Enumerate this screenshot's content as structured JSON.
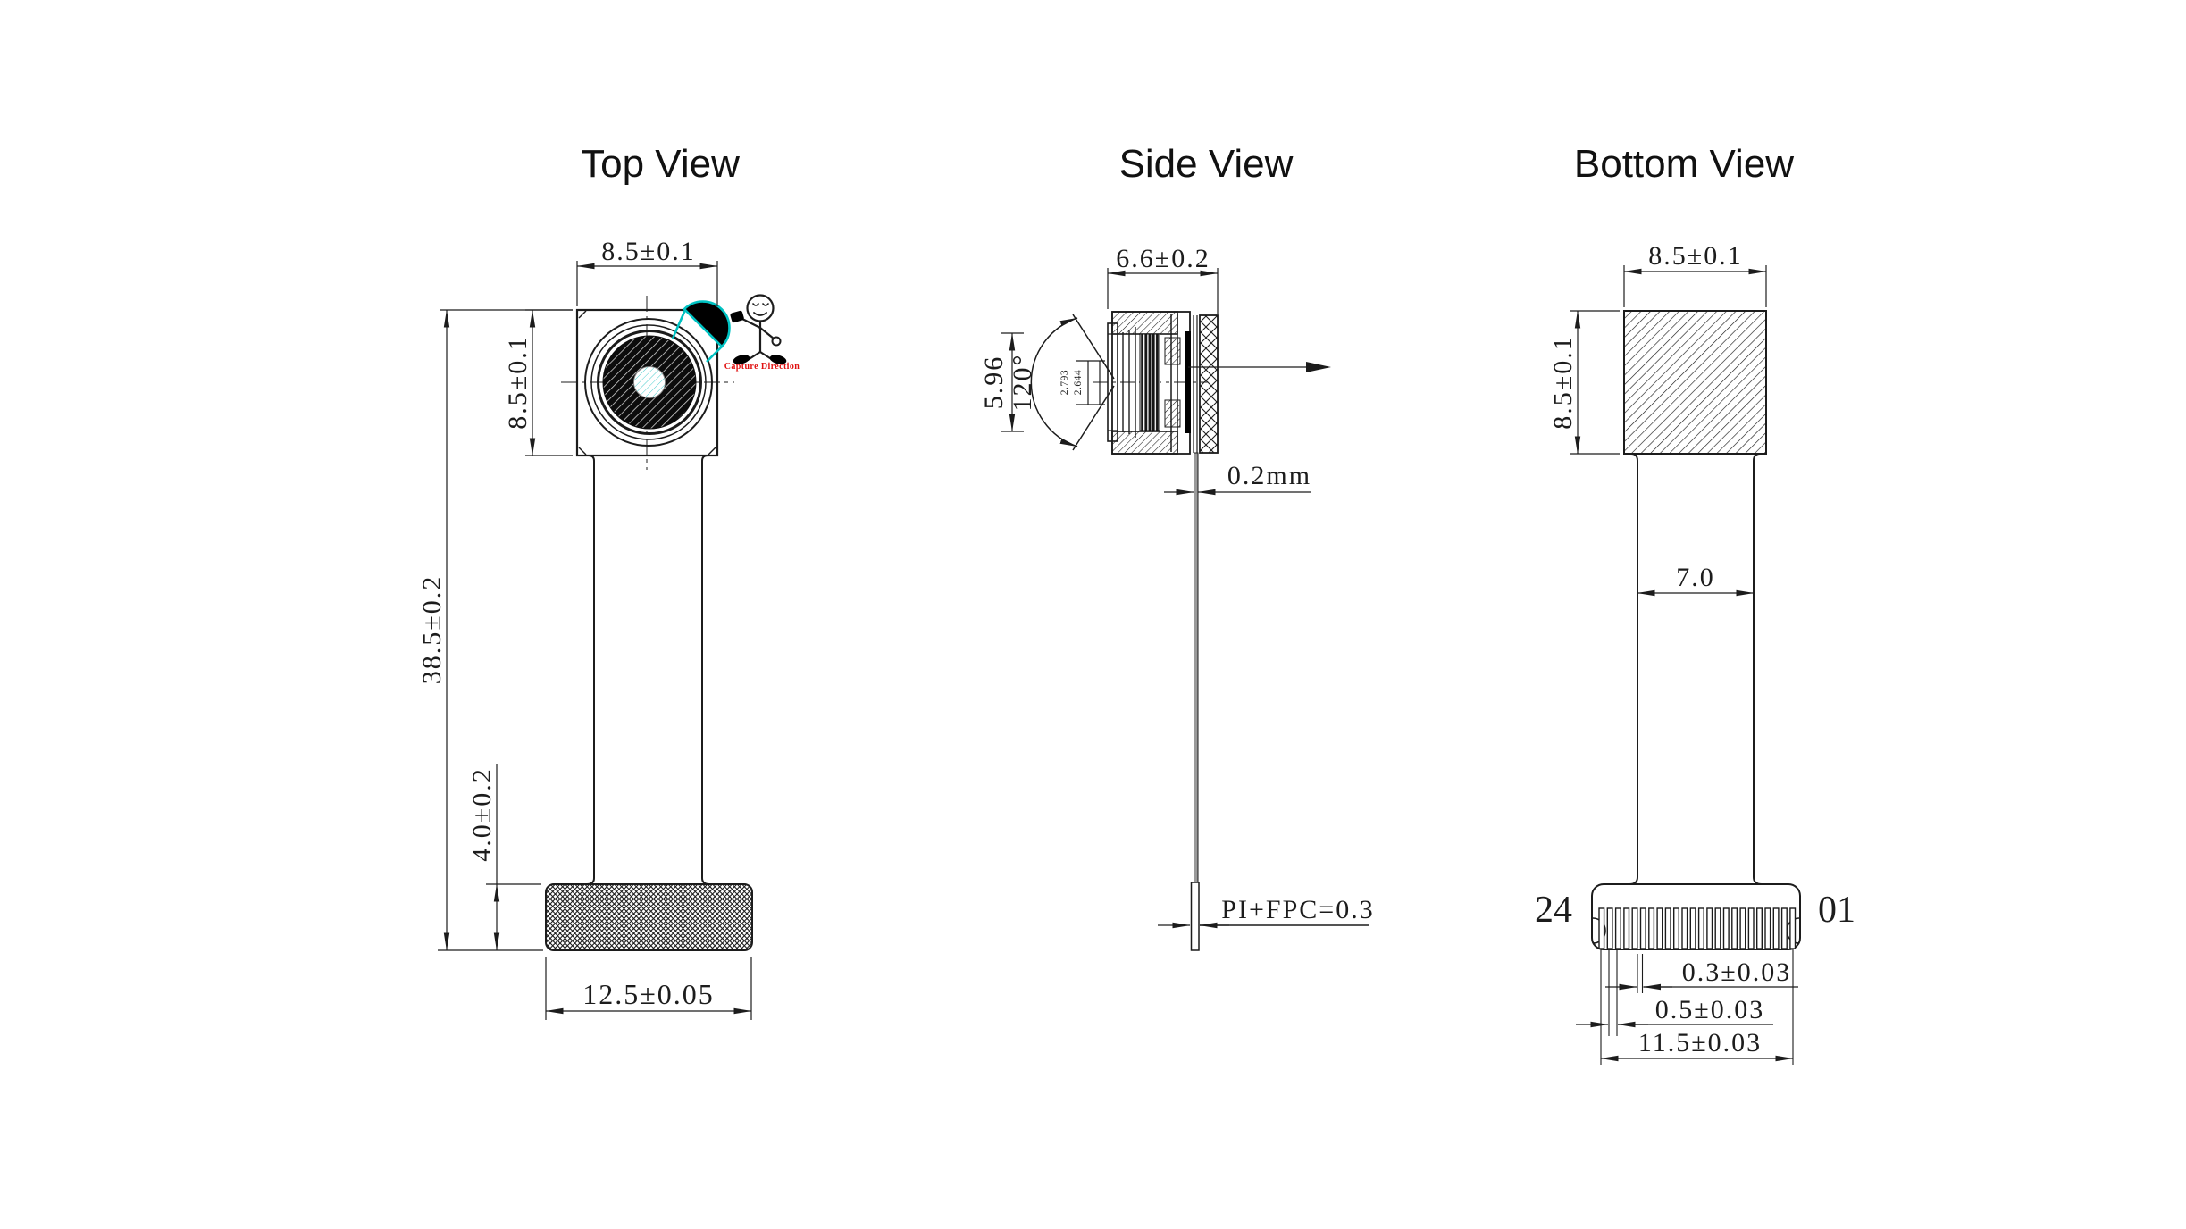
{
  "titles": {
    "top": "Top View",
    "side": "Side View",
    "bottom": "Bottom View"
  },
  "top_view": {
    "top_width_dim": "8.5±0.1",
    "head_height_dim": "8.5±0.1",
    "overall_height_dim": "38.5±0.2",
    "base_height_dim": "4.0±0.2",
    "base_width_dim": "12.5±0.05",
    "capture_direction_label": "Capture Direction"
  },
  "side_view": {
    "width_dim": "6.6±0.2",
    "lens_height_dim": "5.96",
    "fov_angle_dim": "120°",
    "inner_outer_dim": "2.793",
    "inner_inner_dim": "2.644",
    "fpc_thickness_dim": "0.2mm",
    "fpc_stack_dim": "PI+FPC=0.3"
  },
  "bottom_view": {
    "top_width_dim": "8.5±0.1",
    "head_height_dim": "8.5±0.1",
    "column_width_dim": "7.0",
    "pin_left_label": "24",
    "pin_right_label": "01",
    "pin_width_dim": "0.3±0.03",
    "pin_pitch_dim": "0.5±0.03",
    "connector_width_dim": "11.5±0.03"
  },
  "colors": {
    "line": "#1c1c1c",
    "accent_cyan": "#00c2c2",
    "accent_red": "#e01010",
    "background": "#ffffff"
  }
}
